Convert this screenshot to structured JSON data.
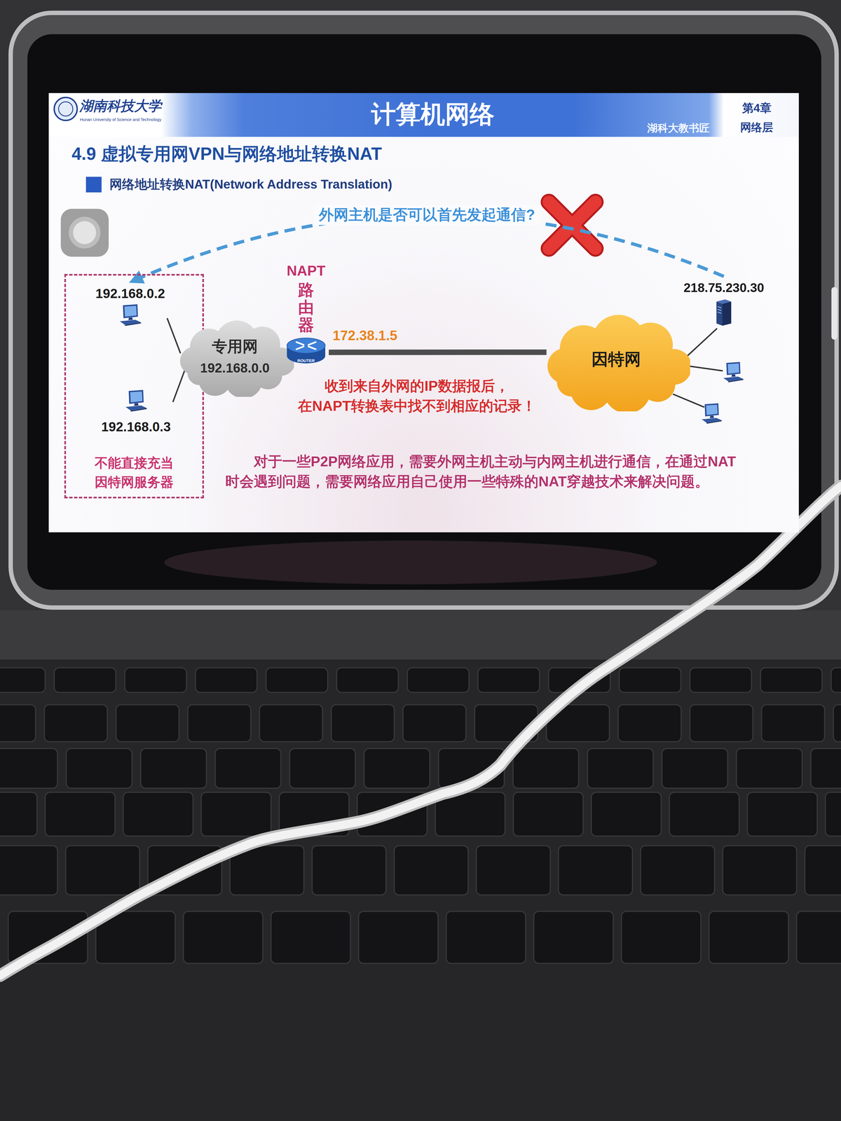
{
  "diagram": {
    "title": "计算机网络",
    "nodes": [
      {
        "text": [
          "不能直接充当 因特网服务器"
        ]
      },
      {
        "text": [
          "192.168.0.2"
        ],
        "in": 0
      },
      {
        "text": [
          "192.168.0.3"
        ],
        "in": 0
      },
      {
        "text": [
          "专用网",
          "192.168.0.0"
        ]
      },
      {
        "text": [
          "NAPT",
          "路由器"
        ]
      },
      {
        "text": [
          "因特网"
        ]
      },
      {
        "text": [
          "218.75.230.30"
        ]
      }
    ],
    "edges": [
      {
        "from": 1,
        "to": 3,
        "arrow": "none"
      },
      {
        "from": 2,
        "to": 3,
        "arrow": "none"
      },
      {
        "from": 3,
        "to": 4,
        "arrow": "none"
      },
      {
        "from": 4,
        "to": 5,
        "arrow": "none"
      },
      {
        "from": 5,
        "to": 6,
        "arrow": "none"
      },
      {
        "from": 6,
        "to": 1,
        "label": "外网主机是否可以首先发起通信?",
        "arrow": "to"
      }
    ],
    "labels": [
      "湖南科技大学",
      "Hunan University of Science and Technology",
      "第4章",
      "网络层",
      "湖科大教书匠",
      "4.9 虚拟专用网VPN与网络地址转换NAT",
      "网络地址转换NAT(Network Address Translation)",
      "172.38.1.5",
      "ROUTER",
      "收到来自外网的IP数据报后， 在NAPT转换表中找不到相应的记录！",
      "对于一些P2P网络应用，需要外网主机主动与内网主机进行通信，在通过NAT时会遇到问题，需要网络应用自己使用一些特殊的NAT穿越技术来解决问题。"
    ]
  }
}
